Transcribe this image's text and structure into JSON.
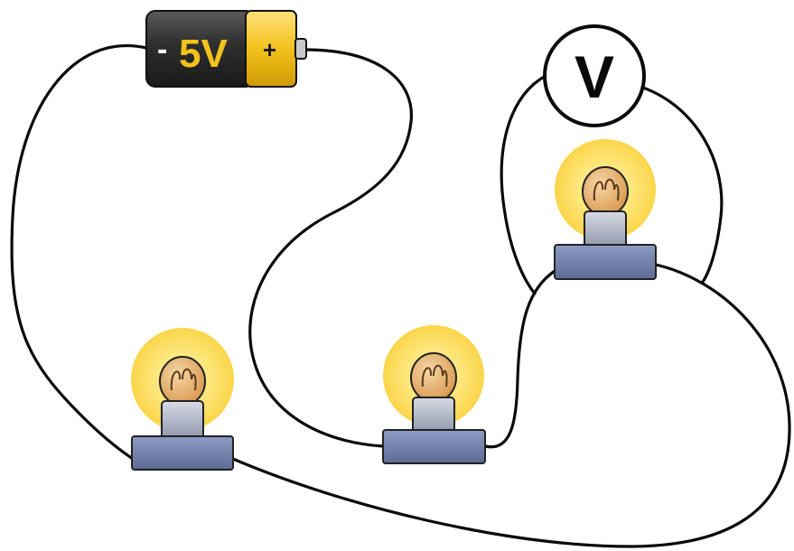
{
  "battery": {
    "voltage_label": "5V",
    "negative_label": "-",
    "positive_label": "+",
    "body_color": "#2b2b2b",
    "cap_color": "#f2c21b",
    "label_color": "#f2c21b"
  },
  "voltmeter": {
    "symbol": "V"
  },
  "bulbs": {
    "count": 3,
    "state": "lit",
    "glow_color": "#fde67a",
    "glass_color": "#e7b878",
    "base_color": "#6a7ba5"
  },
  "wire_color": "#0a0a0a"
}
